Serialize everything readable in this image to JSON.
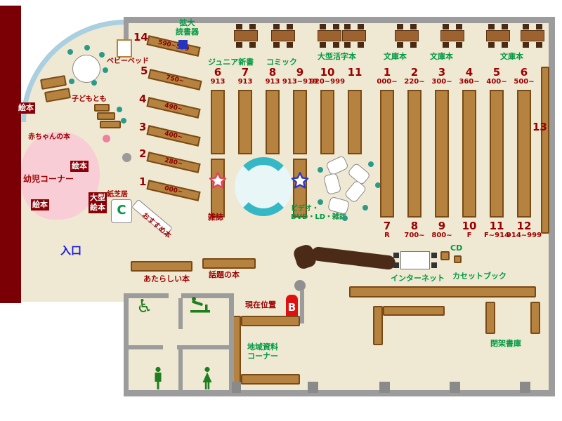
{
  "entrance": {
    "label": "入口"
  },
  "icons": {
    "wheelchair": "♿"
  },
  "children": {
    "picture_books_1": "絵本",
    "picture_books_2": "絵本",
    "picture_books_3": "絵本",
    "large_picture_books_l1": "大型",
    "large_picture_books_l2": "絵本",
    "infant_corner": "幼児コーナー",
    "baby_books": "赤ちゃんの本",
    "kodomo_tomo": "子どもとも",
    "baby_bed": "ベビーベッド",
    "kamishibai": "紙芝居",
    "kamishibai_mark": "C",
    "recommended_books": "おすすめ本"
  },
  "left_shelves": [
    {
      "no": "14",
      "range": "590~599"
    },
    {
      "no": "5",
      "range": "750~"
    },
    {
      "no": "4",
      "range": "490~"
    },
    {
      "no": "3",
      "range": "400~"
    },
    {
      "no": "2",
      "range": "280~"
    },
    {
      "no": "1",
      "range": "000~"
    }
  ],
  "top_area": {
    "magnifier_l1": "拡大",
    "magnifier_l2": "読書器",
    "junior_paperbacks": "ジュニア新書",
    "comics": "コミック",
    "large_print": "大型活字本",
    "bunko_1": "文庫本",
    "bunko_2": "文庫本",
    "bunko_3": "文庫本"
  },
  "stacks_center": [
    {
      "no": "6",
      "range": "913"
    },
    {
      "no": "7",
      "range": "913"
    },
    {
      "no": "8",
      "range": "913"
    },
    {
      "no": "9",
      "range": "913~919"
    },
    {
      "no": "10",
      "range": "920~999"
    },
    {
      "no": "11",
      "range": ""
    }
  ],
  "stacks_right_top": [
    {
      "no": "1",
      "range": "000~"
    },
    {
      "no": "2",
      "range": "220~"
    },
    {
      "no": "3",
      "range": "300~"
    },
    {
      "no": "4",
      "range": "360~"
    },
    {
      "no": "5",
      "range": "400~"
    },
    {
      "no": "6",
      "range": "500~"
    }
  ],
  "stacks_right_bottom": [
    {
      "no": "7",
      "range": "R"
    },
    {
      "no": "8",
      "range": "700~"
    },
    {
      "no": "9",
      "range": "800~"
    },
    {
      "no": "10",
      "range": "F"
    },
    {
      "no": "11",
      "range": "F~914"
    },
    {
      "no": "12",
      "range": "914~999"
    }
  ],
  "right_shelf_label": "13",
  "center_area": {
    "magazines": "雑誌",
    "video_l1": "ビデオ・",
    "video_l2": "DVD・LD・雑誌"
  },
  "services": {
    "cd": "CD",
    "internet": "インターネット",
    "cassette_books": "カセットブック"
  },
  "lower_area": {
    "new_books": "あたらしい本",
    "topical_books": "話題の本",
    "current_location": "現在位置",
    "current_location_mark": "B",
    "local_materials_l1": "地域資料",
    "local_materials_l2": "コーナー",
    "closed_stacks": "閉架書庫"
  },
  "colors": {
    "accent_red": "#9b0000",
    "accent_green": "#009944",
    "accent_blue": "#1418e0",
    "shelf_brown": "#b5823f",
    "wall_red": "#7a0005",
    "teal": "#35b8c5"
  }
}
